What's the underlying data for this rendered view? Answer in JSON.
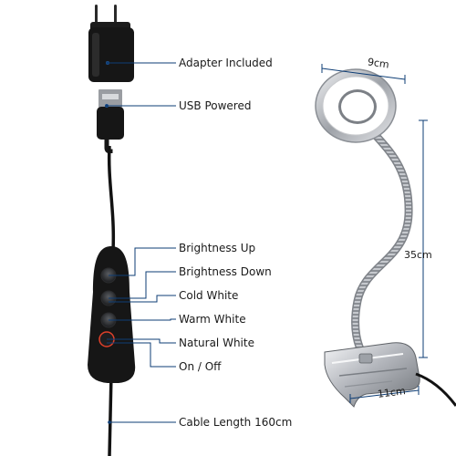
{
  "features": {
    "adapter": "Adapter Included",
    "usb": "USB Powered",
    "brightness_up": "Brightness Up",
    "brightness_down": "Brightness Down",
    "cold_white": "Cold White",
    "warm_white": "Warm White",
    "natural_white": "Natural White",
    "on_off": "On / Off",
    "cable": "Cable Length 160cm"
  },
  "dimensions": {
    "ring_diameter": "9cm",
    "gooseneck_length": "35cm",
    "clip_width": "11cm"
  },
  "colors": {
    "callout_line": "#0d3d75",
    "device_black": "#151515",
    "power_button_ring": "#e0402a",
    "metal": "#b9bcc2"
  }
}
